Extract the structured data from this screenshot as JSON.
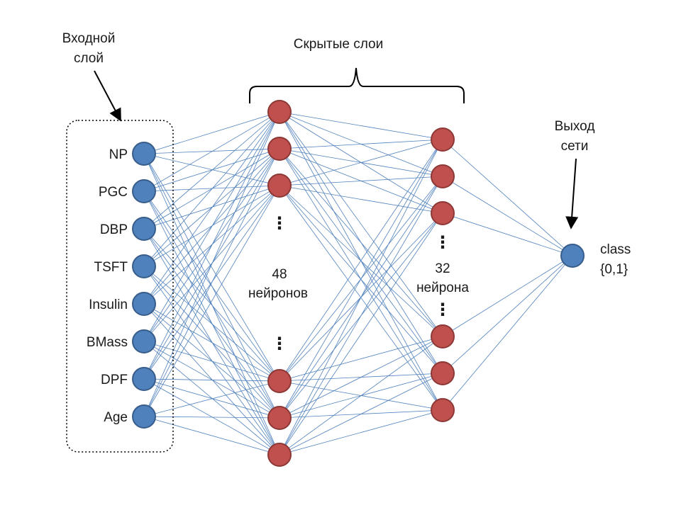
{
  "input_layer": {
    "title_lines": [
      "Входной",
      "слой"
    ],
    "features": [
      "NP",
      "PGC",
      "DBP",
      "TSFT",
      "Insulin",
      "BMass",
      "DPF",
      "Age"
    ]
  },
  "hidden_layers": {
    "title": "Скрытые слои",
    "layer1": {
      "count_label": "48",
      "unit_label": "нейронов"
    },
    "layer2": {
      "count_label": "32",
      "unit_label": "нейрона"
    }
  },
  "output": {
    "title_lines": [
      "Выход",
      "сети"
    ],
    "label_lines": [
      "class",
      "{0,1}"
    ]
  },
  "colors": {
    "input_node_fill": "#4f81bd",
    "input_node_stroke": "#385d8a",
    "hidden_node_fill": "#c0504d",
    "hidden_node_stroke": "#8c3836",
    "edge": "#4f81bd",
    "text": "#1a1a1a"
  }
}
